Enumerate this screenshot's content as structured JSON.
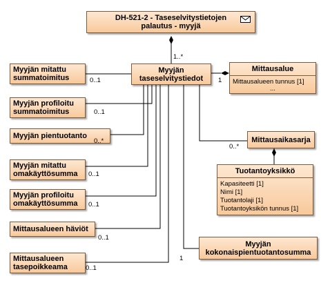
{
  "diagram": {
    "top_block": {
      "line1": "DH-521-2 - Taseselvitystietojen",
      "line2": "palautus - myyjä",
      "icon": "envelope-icon"
    },
    "center": {
      "line1": "Myyjän",
      "line2": "taseselvitystiedot"
    },
    "mittausalue": {
      "title": "Mittausalue",
      "attributes": [
        "Mittausalueen tunnus [1]",
        "..."
      ]
    },
    "mittausaikasarja": {
      "title": "Mittausaikasarja"
    },
    "tuotantoyksikko": {
      "title": "Tuotantoyksikkö",
      "attributes": [
        "Kapasiteetti [1]",
        "Nimi [1]",
        "Tuotantolaji [1]",
        "Tuotantoyksikön tunnus [1]"
      ]
    },
    "kokonais": {
      "line1": "Myyjän",
      "line2": "kokonaispientuotantosumma"
    },
    "left_boxes": {
      "mitattu_summa": {
        "line1": "Myyjän mitattu",
        "line2": "summatoimitus"
      },
      "profiloitu_summa": {
        "line1": "Myyjän profiloitu",
        "line2": "summatoimitus"
      },
      "pientuotanto": {
        "line1": "Myyjän pientuotanto"
      },
      "mitattu_omak": {
        "line1": "Myyjän mitattu",
        "line2": "omakäyttösumma"
      },
      "profiloitu_omak": {
        "line1": "Myyjän profiloitu",
        "line2": "omakäyttösumma"
      },
      "haviot": {
        "line1": "Mittausalueen häviöt"
      },
      "tasepoikkeama": {
        "line1": "Mittausalueen",
        "line2": "tasepoikkeama"
      }
    },
    "multiplicities": {
      "top": "1..*",
      "mittausalue": "1",
      "mittausaikasarja": "0..*",
      "mitattu_summa": "0..1",
      "profiloitu_summa": "0..1",
      "pientuotanto": "0..*",
      "mitattu_omak": "0..1",
      "profiloitu_omak": "0..1",
      "haviot": "0..1",
      "tasepoikkeama": "0..1",
      "kokonais": "1"
    },
    "colors": {
      "box_top": "#fde8d2",
      "box_bottom": "#f8c99b",
      "border": "#7a5a3a",
      "line": "#000000"
    }
  }
}
